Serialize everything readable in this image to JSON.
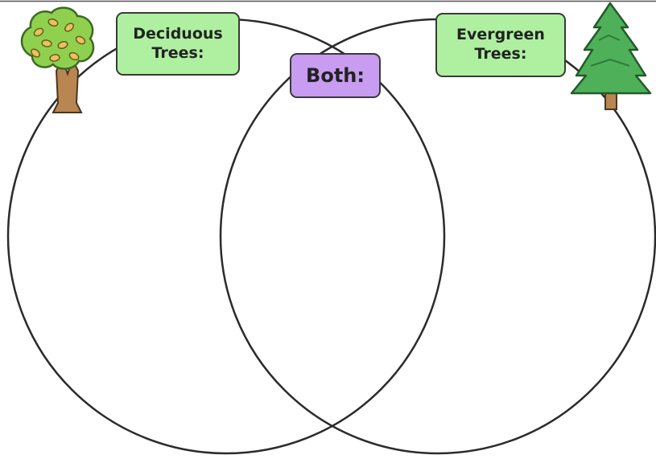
{
  "labels": {
    "left": {
      "line1": "Deciduous",
      "line2": "Trees:"
    },
    "middle": {
      "text": "Both:"
    },
    "right": {
      "line1": "Evergreen",
      "line2": "Trees:"
    }
  },
  "icons": {
    "left": "deciduous-tree-icon",
    "right": "evergreen-tree-icon"
  },
  "colors": {
    "green_label": "#aef0a0",
    "purple_label": "#c89cf0",
    "circle_stroke": "#2b2b2b",
    "deciduous_canopy": "#8fd14f",
    "deciduous_leaf_accent": "#e8c25a",
    "trunk": "#b98652",
    "evergreen_foliage": "#4fb05a"
  }
}
